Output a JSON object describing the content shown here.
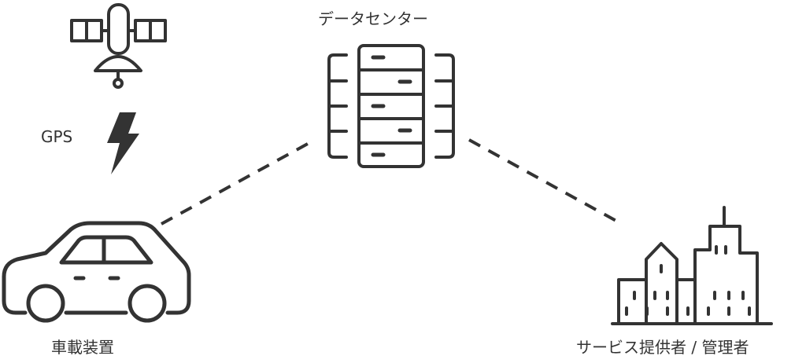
{
  "nodes": {
    "datacenter": {
      "label": "データセンター",
      "icon": "server-rack-icon"
    },
    "gps": {
      "label": "GPS",
      "satellite_icon": "satellite-icon",
      "signal_icon": "lightning-bolt-icon"
    },
    "vehicle": {
      "label": "車載装置",
      "icon": "car-icon"
    },
    "service": {
      "label": "サービス提供者 / 管理者",
      "icon": "city-buildings-icon"
    }
  },
  "connections": [
    {
      "from": "vehicle",
      "to": "datacenter",
      "style": "dashed"
    },
    {
      "from": "datacenter",
      "to": "service",
      "style": "dashed"
    }
  ],
  "colors": {
    "stroke": "#333333",
    "background": "#ffffff"
  }
}
